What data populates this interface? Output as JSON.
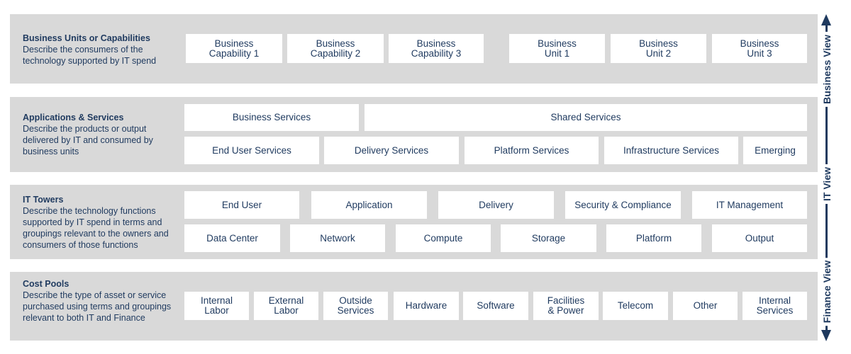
{
  "layers": [
    {
      "title": "Business Units or Capabilities",
      "description": "Describe the consumers of the technology supported by IT spend",
      "rows": [
        [
          "Business\nCapability 1",
          "Business\nCapability 2",
          "Business\nCapability 3",
          "Business\nUnit 1",
          "Business\nUnit 2",
          "Business\nUnit 3"
        ]
      ]
    },
    {
      "title": "Applications & Services",
      "description": "Describe the products or output delivered by IT and consumed by business units",
      "rows": [
        [
          "Business Services",
          "Shared Services"
        ],
        [
          "End User Services",
          "Delivery Services",
          "Platform Services",
          "Infrastructure Services",
          "Emerging"
        ]
      ]
    },
    {
      "title": "IT Towers",
      "description": "Describe the technology functions supported by IT spend in terms and groupings relevant to the owners and consumers of those functions",
      "rows": [
        [
          "End User",
          "Application",
          "Delivery",
          "Security & Compliance",
          "IT Management"
        ],
        [
          "Data Center",
          "Network",
          "Compute",
          "Storage",
          "Platform",
          "Output"
        ]
      ]
    },
    {
      "title": "Cost Pools",
      "description": "Describe the type of asset or service purchased using terms and groupings relevant to both IT and Finance",
      "rows": [
        [
          "Internal\nLabor",
          "External\nLabor",
          "Outside\nServices",
          "Hardware",
          "Software",
          "Facilities\n& Power",
          "Telecom",
          "Other",
          "Internal\nServices"
        ]
      ]
    }
  ],
  "views": [
    "Business View",
    "IT View",
    "Finance View"
  ],
  "colors": {
    "band": "#d9d9d9",
    "text": "#1f3a5f",
    "box": "#ffffff"
  }
}
